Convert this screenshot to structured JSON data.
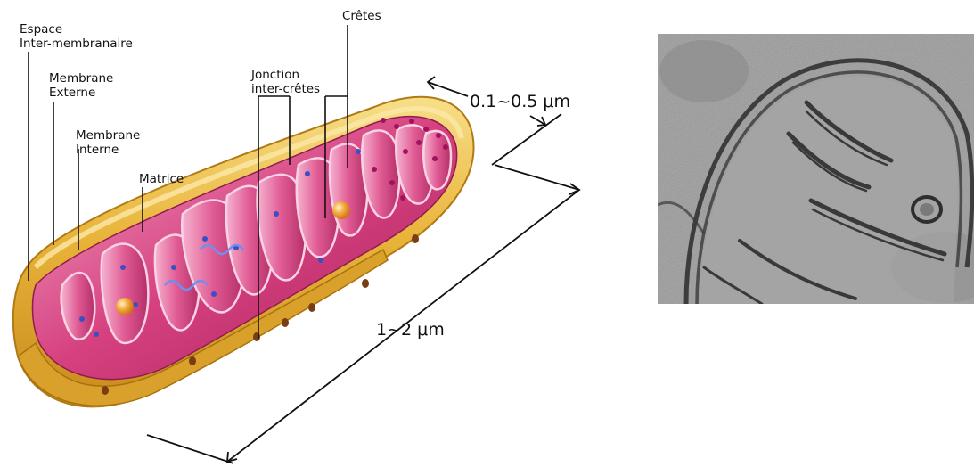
{
  "labels": {
    "espace": [
      "Espace",
      "Inter-membranaire"
    ],
    "membrane_externe": [
      "Membrane",
      "Externe"
    ],
    "membrane_interne": [
      "Membrane",
      "Interne"
    ],
    "matrice": "Matrice",
    "jonction": [
      "Jonction",
      "inter-crêtes"
    ],
    "cretes": "Crêtes"
  },
  "dimensions": {
    "width": "0.1~0.5 μm",
    "length": "1~2 μm"
  },
  "colors": {
    "outer_membrane": "#e9b43a",
    "outer_membrane_light": "#f7df8a",
    "inner_membrane": "#d6407f",
    "inner_light": "#f2a8c8",
    "inner_dark": "#a4235a",
    "micrograph_bg": "#9a9a9a",
    "micrograph_membrane": "#2b2b2b"
  }
}
